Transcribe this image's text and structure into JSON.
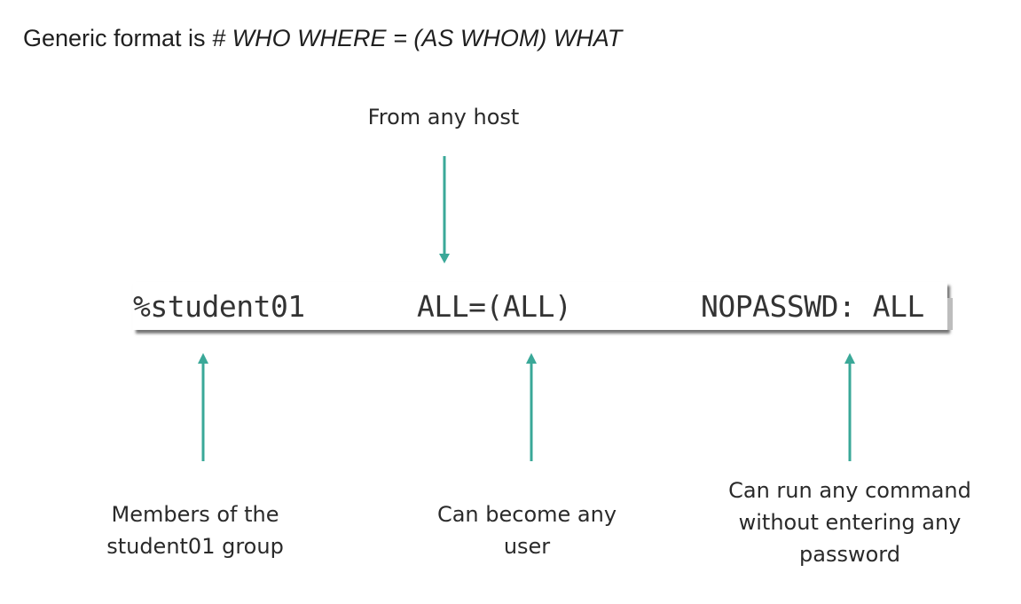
{
  "heading": {
    "prefix": "Generic format is ",
    "format": "# WHO  WHERE = (AS WHOM) WHAT"
  },
  "labels": {
    "where": "From any host",
    "who": [
      "Members of the",
      "student01 group"
    ],
    "as_whom": [
      "Can become any",
      "user"
    ],
    "what": [
      "Can run any command",
      "without entering any",
      "password"
    ]
  },
  "code": {
    "who": "%student01",
    "where": "ALL=(ALL)",
    "what": "NOPASSWD: ALL"
  },
  "colors": {
    "arrow": "#3aa898",
    "text": "#222222"
  }
}
